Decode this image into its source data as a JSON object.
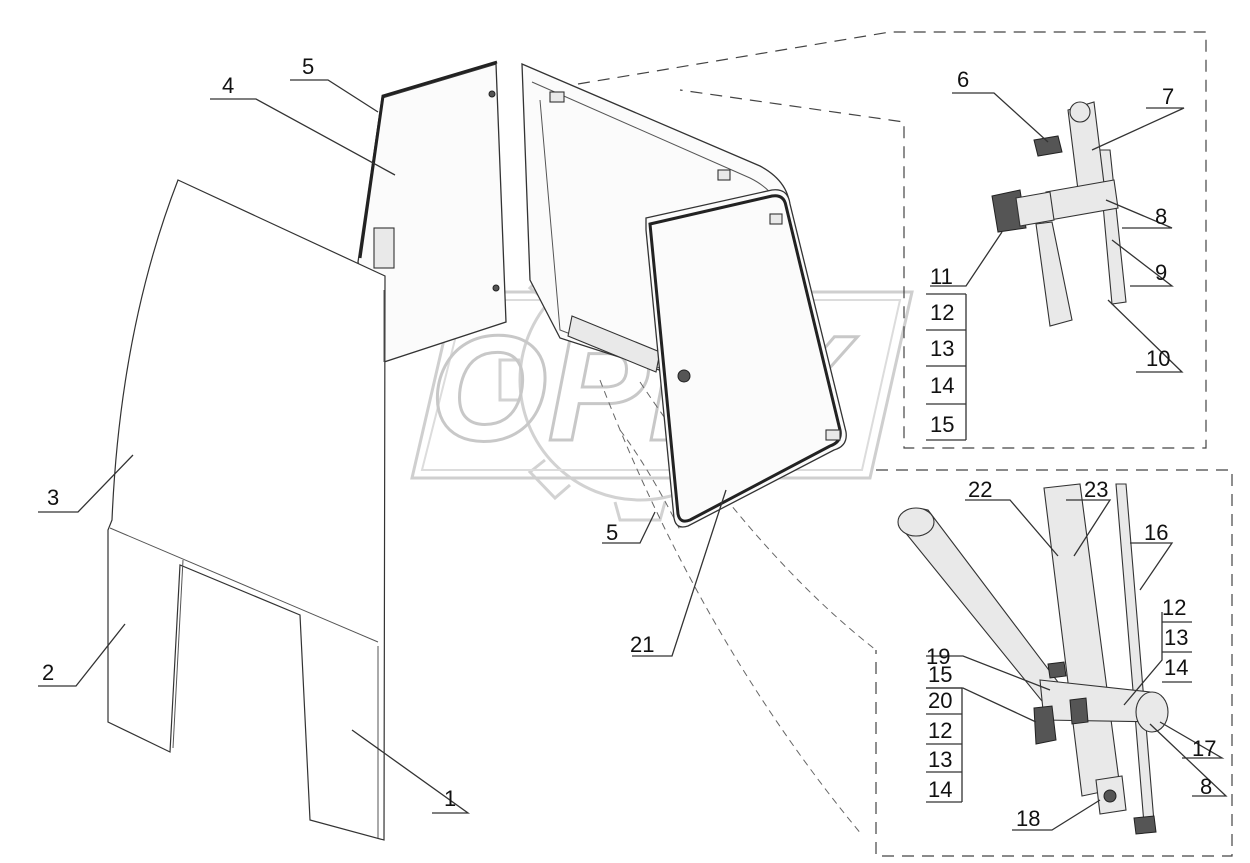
{
  "watermark": "OPEX",
  "callouts": {
    "c1": "1",
    "c2": "2",
    "c3": "3",
    "c4": "4",
    "c5_top": "5",
    "c5_bottom": "5",
    "c6": "6",
    "c7": "7",
    "c8_top": "8",
    "c8_bottom": "8",
    "c9": "9",
    "c10": "10",
    "c16": "16",
    "c17": "17",
    "c18": "18",
    "c19": "19",
    "c21": "21",
    "c22": "22",
    "c23": "23"
  },
  "stack_top": [
    "11",
    "12",
    "13",
    "14",
    "15"
  ],
  "stack_bottom_left": [
    "15",
    "20",
    "12",
    "13",
    "14"
  ],
  "stack_bottom_right": [
    "12",
    "13",
    "14"
  ]
}
